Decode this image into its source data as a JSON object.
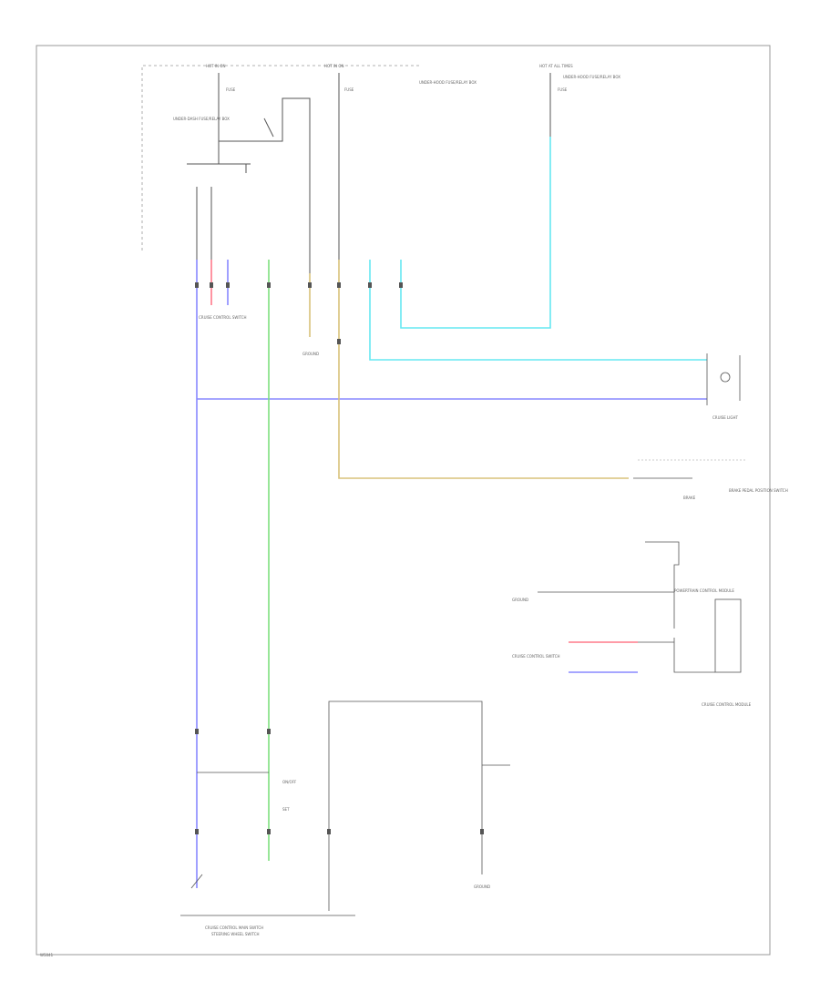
{
  "colors": {
    "blue": "#8888ff",
    "green": "#7ee07e",
    "cyan": "#66e8f2",
    "tan": "#d9c27a",
    "red": "#ff7a8a",
    "black": "#555555",
    "frame": "#999999"
  },
  "labels": {
    "hot_left": "HOT IN ON",
    "hot_mid": "HOT IN ON",
    "hot_right": "HOT AT ALL TIMES",
    "fuse_left": "FUSE",
    "fuse_mid": "FUSE",
    "fuse_right": "FUSE",
    "relay_box": "UNDER-DASH FUSE/RELAY BOX",
    "note_mid": "UNDER-HOOD FUSE/RELAY BOX",
    "note_right": "UNDER-HOOD FUSE/RELAY BOX",
    "connector_left": "CRUISE CONTROL SWITCH",
    "ground_mid": "GROUND",
    "cruise_light": "CRUISE LIGHT",
    "brake_switch": "BRAKE PEDAL POSITION SWITCH",
    "brake_pos": "BRAKE",
    "ground_right": "GROUND",
    "connector_right": "CRUISE CONTROL SWITCH",
    "ecm_label": "POWERTRAIN CONTROL MODULE",
    "ecm": "CRUISE CONTROL MODULE",
    "switch_on": "ON/OFF",
    "switch_set": "SET",
    "ground_bottom": "GROUND",
    "bottom_box": "CRUISE CONTROL MAIN SWITCH",
    "bottom_box_sub": "STEERING WHEEL SWITCH",
    "code": "W5041"
  }
}
